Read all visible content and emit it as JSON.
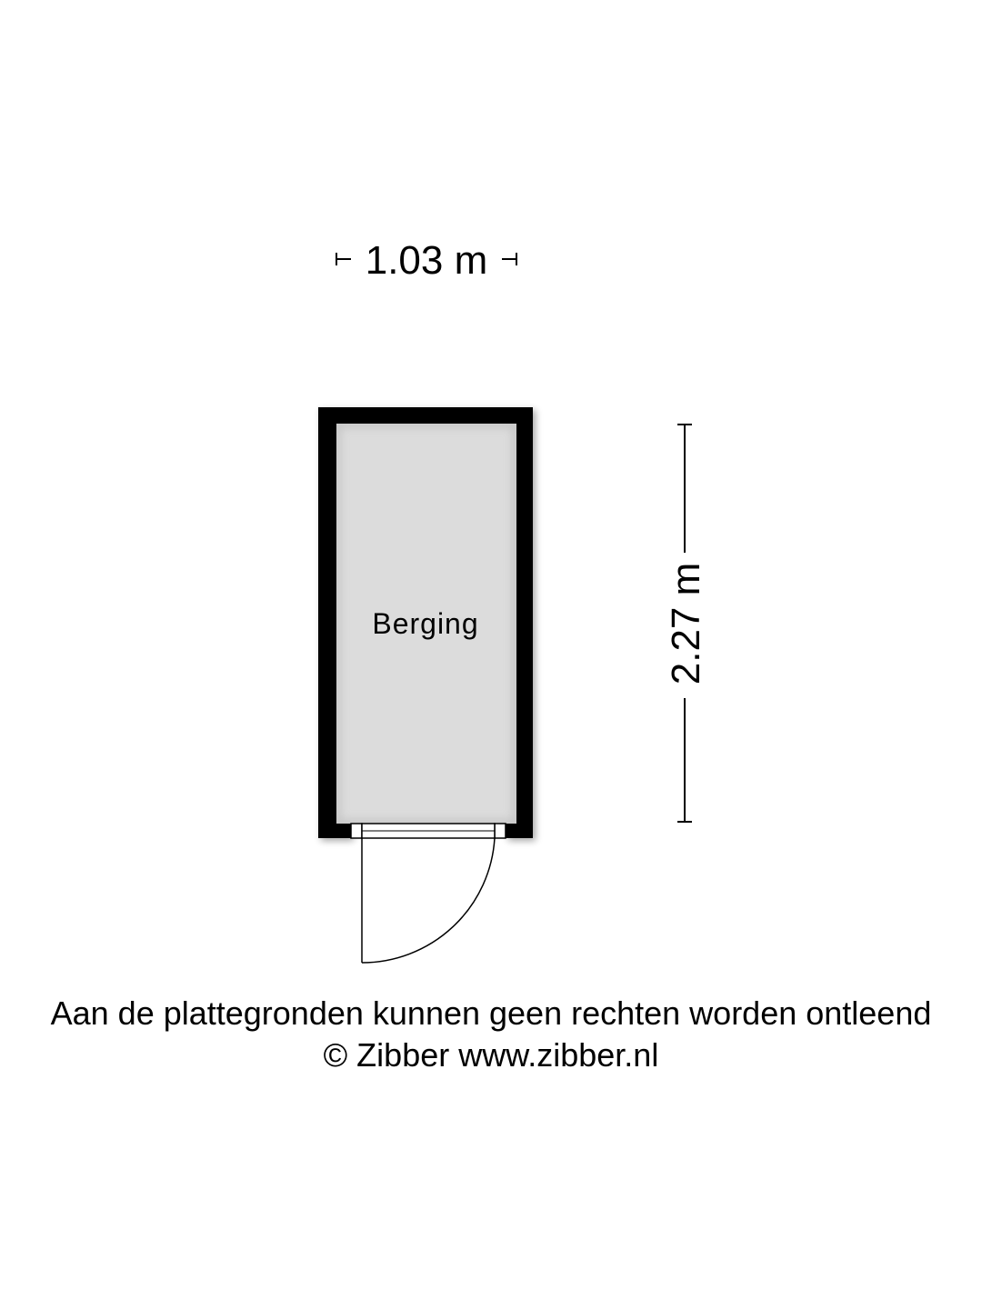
{
  "dimensions": {
    "width_label": "1.03 m",
    "height_label": "2.27 m"
  },
  "room": {
    "name": "Berging"
  },
  "footer": {
    "disclaimer": "Aan de plattegronden kunnen geen rechten worden ontleend",
    "copyright": "© Zibber www.zibber.nl"
  },
  "colors": {
    "wall": "#000000",
    "floor": "#dcdcdc",
    "background": "#ffffff"
  }
}
